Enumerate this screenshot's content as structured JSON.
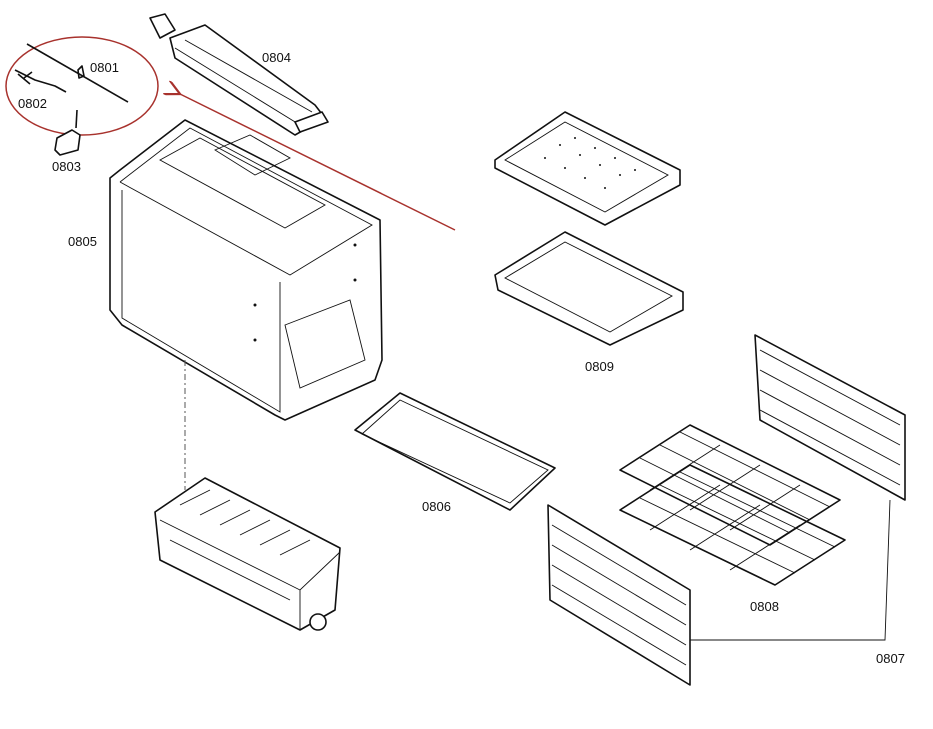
{
  "diagram": {
    "type": "exploded parts diagram",
    "parts": [
      {
        "id": "0801",
        "label": "0801"
      },
      {
        "id": "0802",
        "label": "0802"
      },
      {
        "id": "0803",
        "label": "0803"
      },
      {
        "id": "0804",
        "label": "0804"
      },
      {
        "id": "0805",
        "label": "0805"
      },
      {
        "id": "0806",
        "label": "0806"
      },
      {
        "id": "0807",
        "label": "0807"
      },
      {
        "id": "0808",
        "label": "0808"
      },
      {
        "id": "0809",
        "label": "0809"
      }
    ],
    "highlight_color": "#a8322d"
  }
}
